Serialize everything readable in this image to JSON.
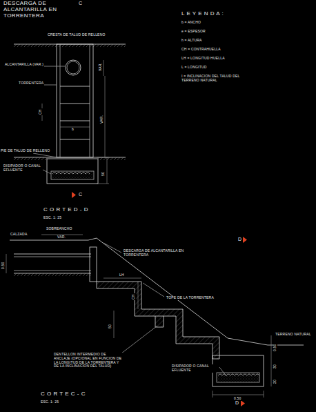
{
  "diagram": {
    "title": "DESCARGA DE ALCANTARILLA EN TORRENTERA",
    "labels": [
      "C",
      "CRESTA DE TALUD DE RELLENO",
      "ALCANTARILLA (VAR.)",
      "TORRENTERA",
      "CH",
      "b",
      "VAR.",
      "VAR.",
      "PIE DE TALUD DE RELLENO",
      "DISIPADOR O CANAL EFLUENTE",
      "50",
      "C",
      "L E Y E N D A :",
      "C O R T E   D - D",
      "ESC. 1: 25",
      "CALZADA",
      "SOBREANCHO",
      "VAR.",
      "D",
      "DESCARGA DE ALCANTARILLA EN TORRENTERA",
      "0.50",
      "LH",
      "TOPE DE LA TORRENTERA",
      "CH",
      "50",
      "DENTELLON INTERMEDIO DE ANCLAJE (OPCIONAL EN FUNCION DE LA LONGITUD DE LA TORRENTERA Y DE LA INCLINACION DEL TALUD)",
      "TERRENO NATURAL",
      "0.50",
      "30",
      "20",
      "DISIPADOR O CANAL EFLUENTE",
      "0.50",
      "C O R T E   C - C",
      "ESC. 1: 25",
      "D"
    ],
    "legend": [
      {
        "text": "b = ANCHO"
      },
      {
        "text": "e = ESPESOR"
      },
      {
        "text": "h = ALTURA"
      },
      {
        "text": "CH = CONTRAHUELLA"
      },
      {
        "text": "LH = LONGITUD HUELLA"
      },
      {
        "text": "L = LONGITUD"
      },
      {
        "text": "I = INCLINACION DEL TALUD DEL TERRENO NATURAL"
      }
    ]
  }
}
